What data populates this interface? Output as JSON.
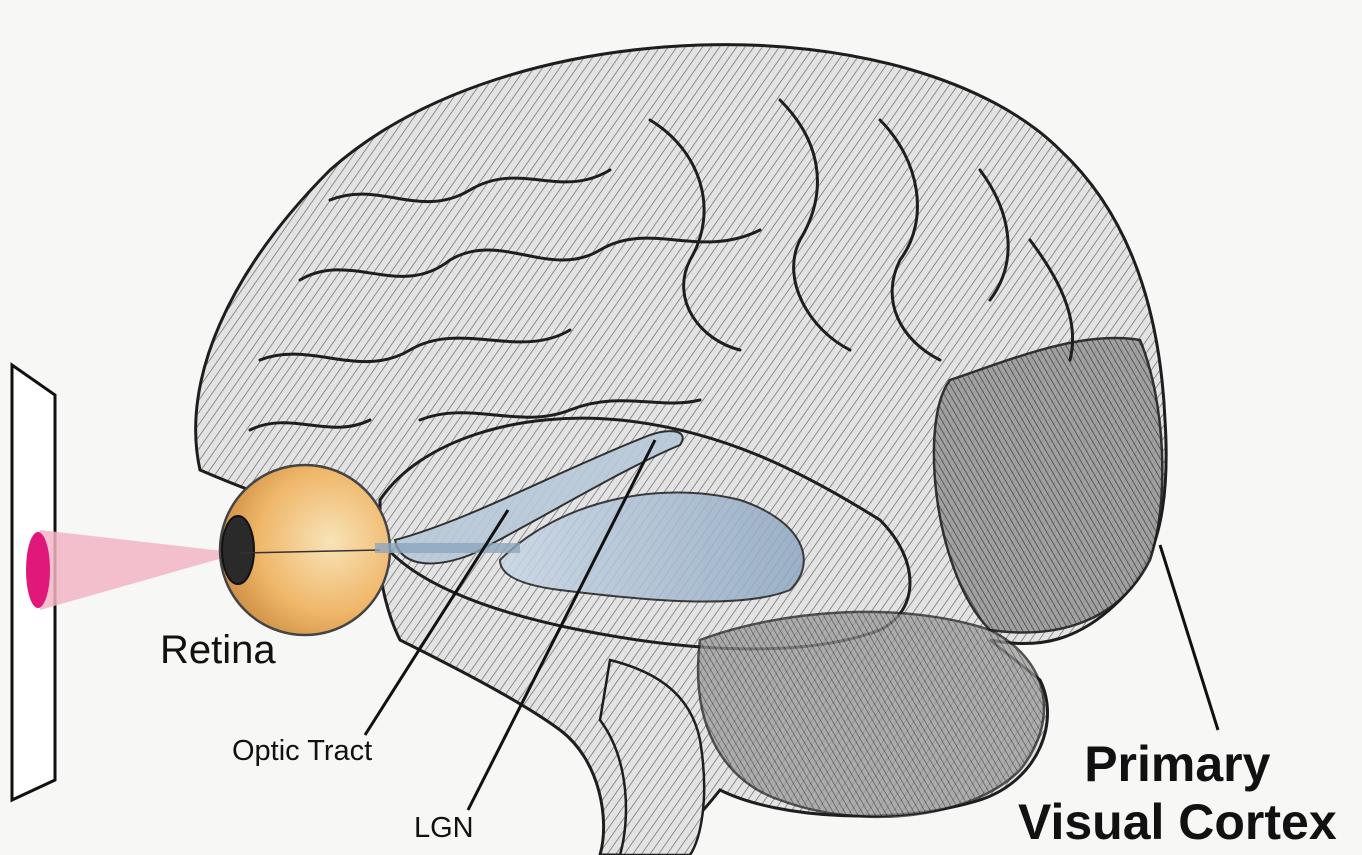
{
  "labels": {
    "retina": "Retina",
    "optic_tract": "Optic Tract",
    "lgn": "LGN",
    "v1_line1": "Primary",
    "v1_line2": "Visual Cortex"
  },
  "colors": {
    "brain_fill": "#dedede",
    "brain_stroke": "#1e1e1e",
    "temporal_tint": "#a9bfd6",
    "eye_fill": "#f3c27b",
    "visual_field_cone": "#f2b5c6",
    "stimulus": "#e0187a",
    "leader_lines": "#111111"
  },
  "icons": [
    "brain-illustration",
    "eye-icon",
    "visual-field-plane",
    "stimulus-ellipse"
  ]
}
